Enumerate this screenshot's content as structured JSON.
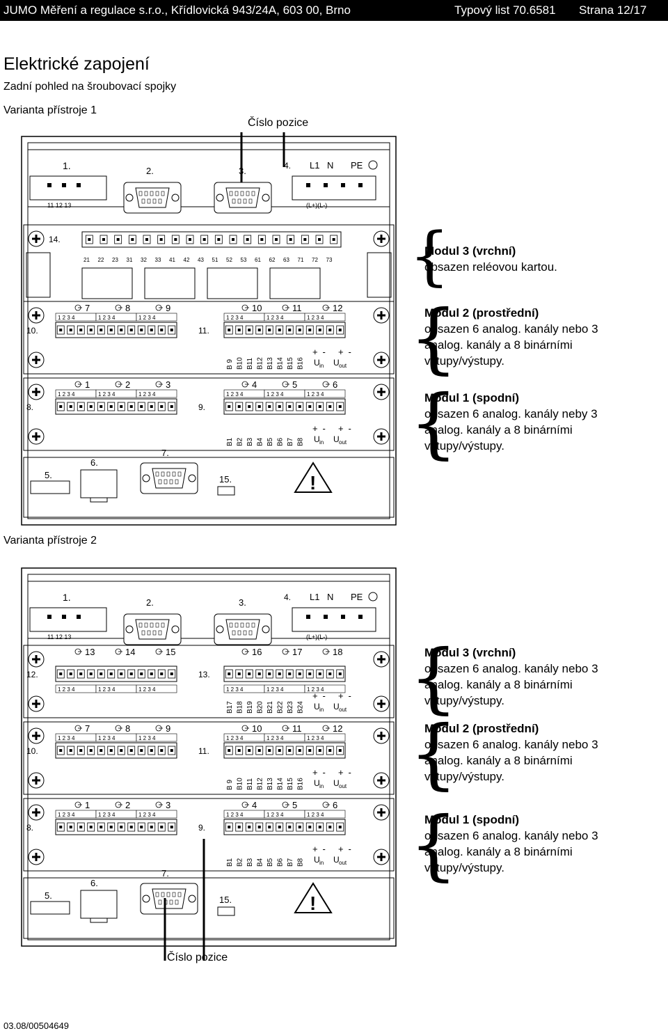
{
  "header": {
    "company": "JUMO Měření a regulace s.r.o., Křídlovická 943/24A, 603 00, Brno",
    "sheet": "Typový list 70.6581",
    "page": "Strana 12/17"
  },
  "title": "Elektrické zapojení",
  "subtitle": "Zadní pohled na šroubovací spojky",
  "variant1": {
    "label": "Varianta přístroje 1",
    "position_label": "Číslo pozice",
    "modules": [
      {
        "title": "Modul 3 (vrchní)",
        "text": [
          "obsazen reléovou kartou."
        ]
      },
      {
        "title": "Modul 2 (prostřední)",
        "text": [
          "obsazen 6 analog. kanály nebo 3",
          "analog. kanály a 8 binárními",
          "vstupy/výstupy."
        ]
      },
      {
        "title": "Modul 1 (spodní)",
        "text": [
          "obsazen 6 analog. kanály neby 3",
          "analog. kanály a 8 binárními",
          "vstupy/výstupy."
        ]
      }
    ]
  },
  "variant2": {
    "label": "Varianta přístroje 2",
    "position_label": "Číslo pozice",
    "modules": [
      {
        "title": "Modul 3 (vrchní)",
        "text": [
          "obsazen 6 analog. kanály nebo 3",
          "analog. kanály a 8 binárními",
          "vstupy/výstupy."
        ]
      },
      {
        "title": "Modul 2 (prostřední)",
        "text": [
          "obsazen 6 analog. kanály nebo 3",
          "analog. kanály a 8 binárními",
          "vstupy/výstupy."
        ]
      },
      {
        "title": "Modul 1 (spodní)",
        "text": [
          "obsazen 6 analog. kanály nebo 3",
          "analog. kanály a 8 binárními",
          "vstupy/výstupy."
        ]
      }
    ]
  },
  "diagram": {
    "pos": [
      "1.",
      "2.",
      "3.",
      "4.",
      "5.",
      "6.",
      "7.",
      "8.",
      "9.",
      "10.",
      "11.",
      "12.",
      "13.",
      "14.",
      "15."
    ],
    "power_labels": [
      "L1",
      "N",
      "PE"
    ],
    "power_sub": "(L+)(L-)",
    "relay_terms": "11  12  13",
    "relay_row": [
      "21",
      "22",
      "23",
      "31",
      "32",
      "33",
      "41",
      "42",
      "43",
      "51",
      "52",
      "53",
      "61",
      "62",
      "63",
      "71",
      "72",
      "73"
    ],
    "pins": "1  2  3  4",
    "ch": [
      "1",
      "2",
      "3",
      "4",
      "5",
      "6",
      "7",
      "8",
      "9",
      "10",
      "11",
      "12",
      "13",
      "14",
      "15",
      "16",
      "17",
      "18"
    ],
    "binary_m1": [
      "B1",
      "B2",
      "B3",
      "B4",
      "B5",
      "B6",
      "B7",
      "B8"
    ],
    "binary_m2": [
      "B 9",
      "B10",
      "B11",
      "B12",
      "B13",
      "B14",
      "B15",
      "B16"
    ],
    "binary_m3": [
      "B17",
      "B18",
      "B19",
      "B20",
      "B21",
      "B22",
      "B23",
      "B24"
    ],
    "pm": [
      "+",
      "-",
      "+",
      "-"
    ],
    "u_in": "U",
    "u_in_sub": "in",
    "u_out": "U",
    "u_out_sub": "out",
    "warning": "!"
  },
  "footer": "03.08/00504649"
}
